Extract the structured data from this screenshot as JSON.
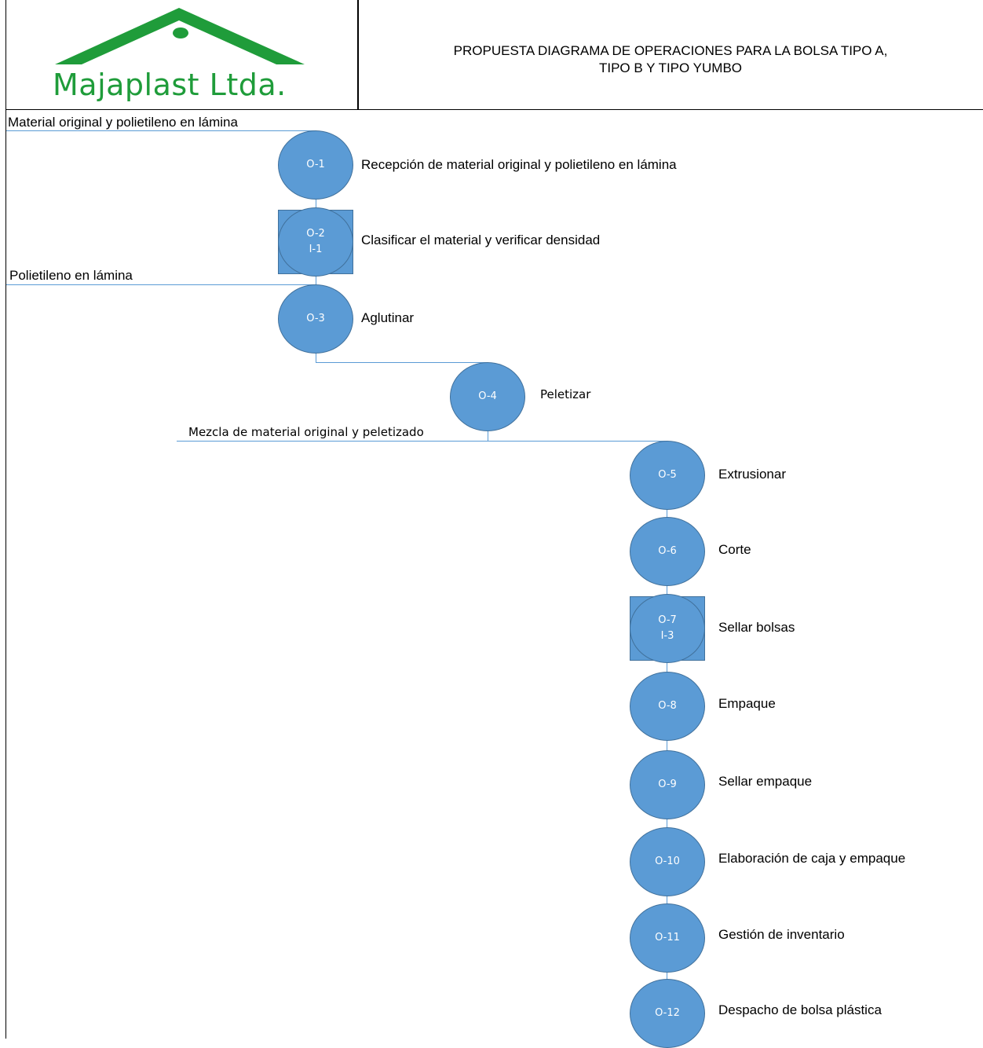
{
  "header": {
    "logo_text": "Majaplast Ltda.",
    "title_line1": "PROPUESTA DIAGRAMA DE OPERACIONES PARA LA BOLSA TIPO A,",
    "title_line2": "TIPO B Y TIPO YUMBO"
  },
  "colors": {
    "node_fill": "#5b9bd5",
    "node_border": "#41719c",
    "logo_green": "#1f9c3a"
  },
  "inputs": {
    "feed1": "Material original y polietileno en lámina",
    "feed2": "Polietileno en lámina",
    "feed3": "Mezcla de material original y peletizado"
  },
  "operations": [
    {
      "id": "O-1",
      "label": "Recepción de material original y polietileno en lámina"
    },
    {
      "id": "O-2",
      "id2": "I-1",
      "label": "Clasificar el material y verificar densidad"
    },
    {
      "id": "O-3",
      "label": "Aglutinar"
    },
    {
      "id": "O-4",
      "label": "Peletizar"
    },
    {
      "id": "O-5",
      "label": "Extrusionar"
    },
    {
      "id": "O-6",
      "label": "Corte"
    },
    {
      "id": "O-7",
      "id2": "I-3",
      "label": "Sellar bolsas"
    },
    {
      "id": "O-8",
      "label": "Empaque"
    },
    {
      "id": "O-9",
      "label": "Sellar empaque"
    },
    {
      "id": "O-10",
      "label": "Elaboración de caja y empaque"
    },
    {
      "id": "O-11",
      "label": "Gestión de inventario"
    },
    {
      "id": "O-12",
      "label": "Despacho de bolsa plástica"
    }
  ]
}
